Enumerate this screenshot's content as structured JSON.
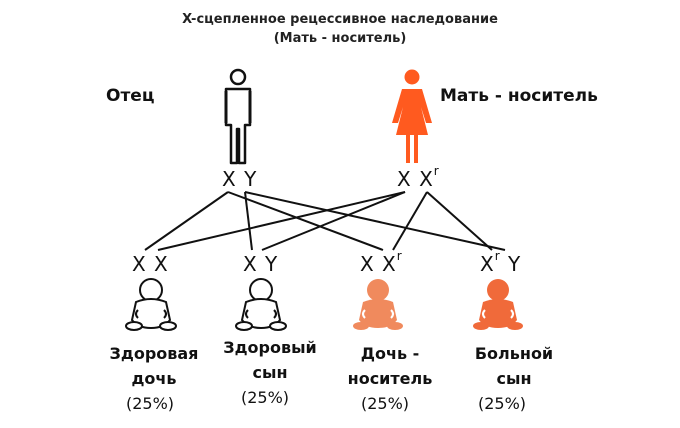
{
  "title": {
    "line1": "X-сцепленное рецессивное наследование",
    "line2": "(Мать - носитель)"
  },
  "colors": {
    "carrier": "#ff5a1f",
    "carrier_child": "#f08a5d",
    "affected_child": "#f06a3a",
    "line": "#111111"
  },
  "parents": {
    "father": {
      "label": "Отец",
      "genotype": [
        "X",
        "Y"
      ],
      "icon": "male-figure-icon"
    },
    "mother": {
      "label": "Мать - носитель",
      "genotype": [
        "X",
        "X",
        "r"
      ],
      "icon": "female-figure-icon"
    }
  },
  "children": [
    {
      "label_line1": "Здоровая",
      "label_line2": "дочь",
      "percent": "(25%)",
      "genotype": "X X",
      "icon": "baby-icon"
    },
    {
      "label_line1": "Здоровый",
      "label_line2": "сын",
      "percent": "(25%)",
      "genotype": "X Y",
      "icon": "baby-icon"
    },
    {
      "label_line1": "Дочь -",
      "label_line2": "носитель",
      "percent": "(25%)",
      "genotype": "X X",
      "genotype_sup": "r",
      "icon": "baby-icon"
    },
    {
      "label_line1": "Больной",
      "label_line2": "сын",
      "percent": "(25%)",
      "genotype": "X",
      "genotype_sup": "r",
      "genotype_tail": "Y",
      "icon": "baby-icon"
    }
  ]
}
